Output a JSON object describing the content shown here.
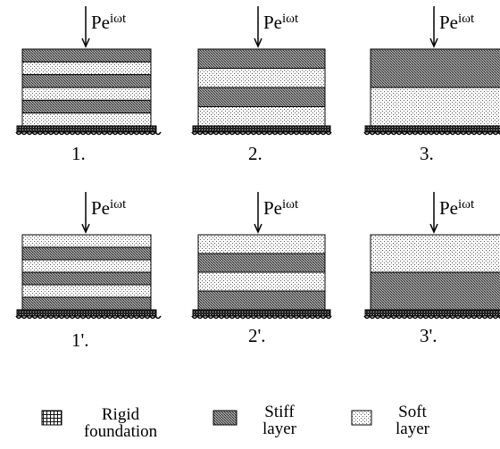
{
  "load_label": "Pe",
  "load_exponent": "iωt",
  "panels": [
    {
      "id": "1",
      "label": "1.",
      "layers": [
        "stiff",
        "soft",
        "stiff",
        "soft",
        "stiff",
        "soft"
      ]
    },
    {
      "id": "2",
      "label": "2.",
      "layers": [
        "stiff",
        "soft",
        "stiff",
        "soft"
      ]
    },
    {
      "id": "3",
      "label": "3.",
      "layers": [
        "stiff",
        "soft"
      ]
    },
    {
      "id": "1p",
      "label": "1'.",
      "layers": [
        "soft",
        "stiff",
        "soft",
        "stiff",
        "soft",
        "stiff"
      ]
    },
    {
      "id": "2p",
      "label": "2'.",
      "layers": [
        "soft",
        "stiff",
        "soft",
        "stiff"
      ]
    },
    {
      "id": "3p",
      "label": "3'.",
      "layers": [
        "soft",
        "stiff"
      ]
    }
  ],
  "legend": {
    "rigid": {
      "line1": "Rigid",
      "line2": "foundation"
    },
    "stiff": {
      "line1": "Stiff",
      "line2": "layer"
    },
    "soft": {
      "line1": "Soft",
      "line2": "layer"
    }
  }
}
